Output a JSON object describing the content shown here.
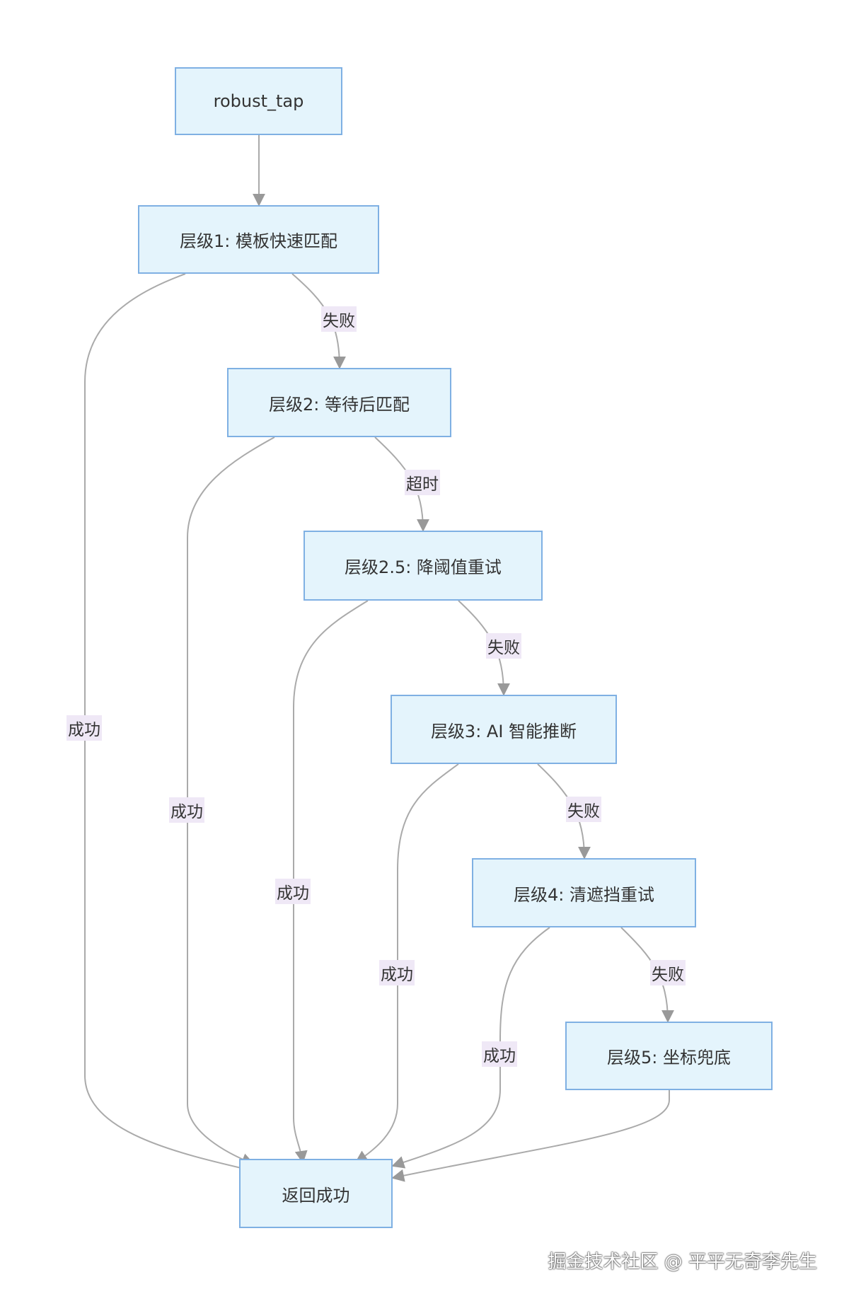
{
  "nodes": {
    "robust_tap": "robust_tap",
    "layer1": "层级1: 模板快速匹配",
    "layer2": "层级2: 等待后匹配",
    "layer25": "层级2.5: 降阈值重试",
    "layer3": "层级3: AI 智能推断",
    "layer4": "层级4: 清遮挡重试",
    "layer5": "层级5: 坐标兜底",
    "result": "返回成功"
  },
  "edge_labels": {
    "l1_fail": "失败",
    "l2_timeout": "超时",
    "l25_fail": "失败",
    "l3_fail": "失败",
    "l4_fail": "失败",
    "l1_success": "成功",
    "l2_success": "成功",
    "l25_success": "成功",
    "l3_success": "成功",
    "l4_success": "成功"
  },
  "watermark": "掘金技术社区 @ 平平无奇李先生",
  "colors": {
    "node_fill": "#e4f4fc",
    "node_border": "#7fb0e3",
    "edge": "#999999",
    "label_bg": "#efe8f6"
  }
}
